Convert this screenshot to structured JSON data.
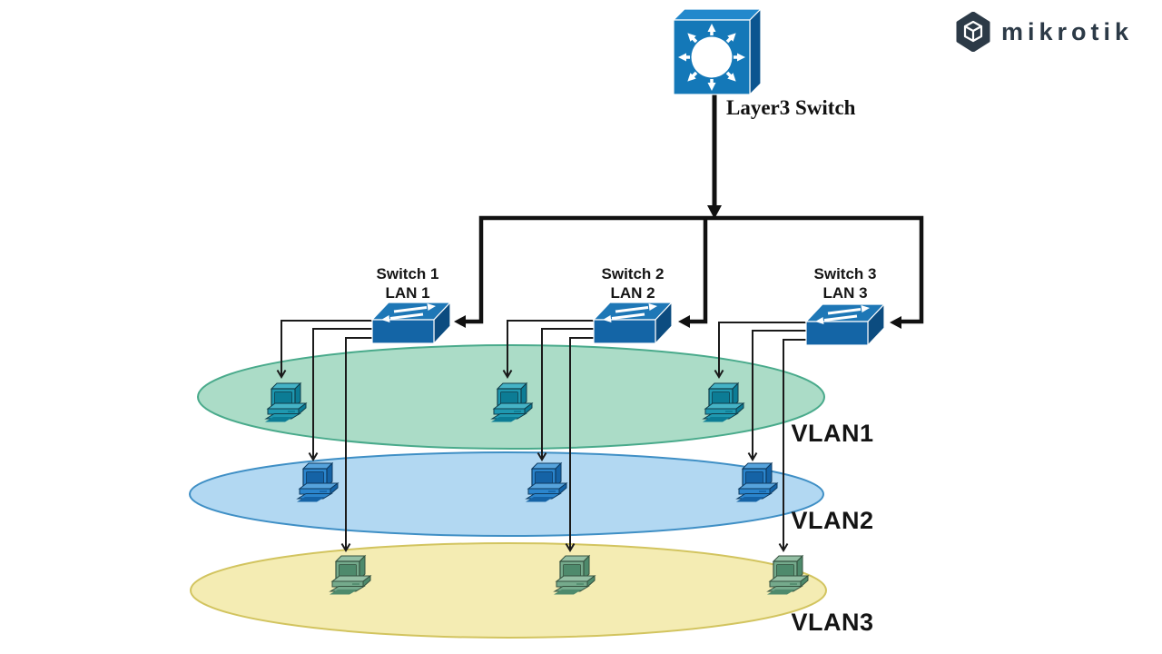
{
  "brand": {
    "wordmark": "mikrotik"
  },
  "root_switch": {
    "label": "Layer3 Switch",
    "icon": "layer3-switch-icon"
  },
  "switches": [
    {
      "name": "Switch 1",
      "lan": "LAN 1"
    },
    {
      "name": "Switch 2",
      "lan": "LAN 2"
    },
    {
      "name": "Switch 3",
      "lan": "LAN 3"
    }
  ],
  "vlans": [
    {
      "label": "VLAN1",
      "ellipse_fill": "#abdcc7",
      "ellipse_stroke": "#49aa8b",
      "pc_body": "#1f98b0",
      "pc_screen": "#0c7c95",
      "pc_light": "#45b3c6",
      "pc_outline": "#103d4a"
    },
    {
      "label": "VLAN2",
      "ellipse_fill": "#b2d8f2",
      "ellipse_stroke": "#3f8fc5",
      "pc_body": "#2b85cd",
      "pc_screen": "#1563a6",
      "pc_light": "#56a3dc",
      "pc_outline": "#0e3a60"
    },
    {
      "label": "VLAN3",
      "ellipse_fill": "#f4ecb3",
      "ellipse_stroke": "#d2c45f",
      "pc_body": "#75aa8c",
      "pc_screen": "#4e8a6c",
      "pc_light": "#93bfa4",
      "pc_outline": "#35523f"
    }
  ],
  "colors": {
    "line": "#111111",
    "brand": "#2c3a47",
    "switch_front": "#1465a6",
    "switch_top": "#1e77b6",
    "switch_side": "#0c4c80",
    "root_front": "#1478b8",
    "root_top": "#2288cc",
    "root_side": "#0b5590"
  }
}
